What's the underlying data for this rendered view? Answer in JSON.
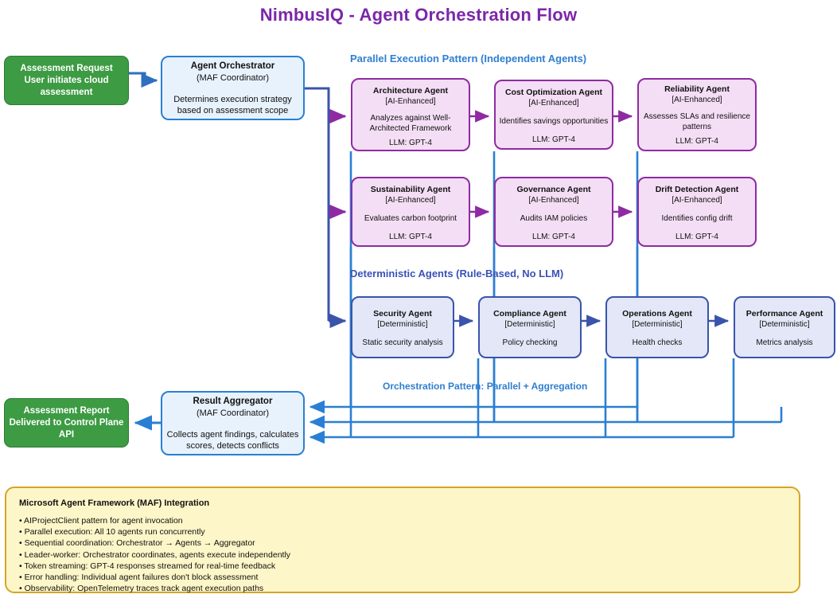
{
  "title": "NimbusIQ - Agent Orchestration Flow",
  "sections": {
    "parallel": "Parallel Execution Pattern (Independent Agents)",
    "deterministic": "Deterministic Agents (Rule-Based, No LLM)",
    "orchestration": "Orchestration Pattern: Parallel + Aggregation"
  },
  "start": {
    "line1": "Assessment Request",
    "line2": "User initiates cloud",
    "line3": "assessment"
  },
  "orchestrator": {
    "title": "Agent Orchestrator",
    "subtitle": "(MAF Coordinator)",
    "body1": "Determines execution strategy",
    "body2": "based on assessment scope"
  },
  "aggregator": {
    "title": "Result Aggregator",
    "subtitle": "(MAF Coordinator)",
    "body1": "Collects agent findings, calculates",
    "body2": "scores, detects conflicts"
  },
  "end": {
    "line1": "Assessment Report",
    "line2": "Delivered to Control Plane",
    "line3": "API"
  },
  "agents": [
    {
      "name": "Architecture Agent",
      "kind": "[AI-Enhanced]",
      "desc1": "Analyzes against Well-",
      "desc2": "Architected Framework",
      "llm": "LLM: GPT-4"
    },
    {
      "name": "Cost Optimization Agent",
      "kind": "[AI-Enhanced]",
      "desc1": "Identifies savings opportunities",
      "desc2": "",
      "llm": "LLM: GPT-4"
    },
    {
      "name": "Reliability Agent",
      "kind": "[AI-Enhanced]",
      "desc1": "Assesses SLAs and resilience",
      "desc2": "patterns",
      "llm": "LLM: GPT-4"
    },
    {
      "name": "Sustainability Agent",
      "kind": "[AI-Enhanced]",
      "desc1": "Evaluates carbon footprint",
      "desc2": "",
      "llm": "LLM: GPT-4"
    },
    {
      "name": "Governance Agent",
      "kind": "[AI-Enhanced]",
      "desc1": "Audits IAM policies",
      "desc2": "",
      "llm": "LLM: GPT-4"
    },
    {
      "name": "Drift Detection Agent",
      "kind": "[AI-Enhanced]",
      "desc1": "Identifies config drift",
      "desc2": "",
      "llm": "LLM: GPT-4"
    },
    {
      "name": "Security Agent",
      "kind": "[Deterministic]",
      "desc1": "Static security analysis",
      "desc2": "",
      "llm": ""
    },
    {
      "name": "Compliance Agent",
      "kind": "[Deterministic]",
      "desc1": "Policy checking",
      "desc2": "",
      "llm": ""
    },
    {
      "name": "Operations Agent",
      "kind": "[Deterministic]",
      "desc1": "Health checks",
      "desc2": "",
      "llm": ""
    },
    {
      "name": "Performance Agent",
      "kind": "[Deterministic]",
      "desc1": "Metrics analysis",
      "desc2": "",
      "llm": ""
    }
  ],
  "note": {
    "title": "Microsoft Agent Framework (MAF) Integration",
    "lines": [
      "• AIProjectClient pattern for agent invocation",
      "• Parallel execution: All 10 agents run concurrently",
      "• Sequential coordination: Orchestrator → Agents → Aggregator",
      "• Leader-worker: Orchestrator coordinates, agents execute independently",
      "• Token streaming: GPT-4 responses streamed for real-time feedback",
      "• Error handling: Individual agent failures don't block assessment",
      "• Observability: OpenTelemetry traces track agent execution paths"
    ]
  },
  "colors": {
    "title_purple": "#7b27a8",
    "ai_agent_fill": "#f4def5",
    "ai_agent_border": "#8e2ba3",
    "det_agent_fill": "#e3e7f7",
    "det_agent_border": "#3a54ab",
    "coordinator_fill": "#e8f2fc",
    "coordinator_border": "#2a7fd4",
    "terminal_green": "#3d9b43",
    "note_fill": "#fdf6c8",
    "note_border": "#d6a528",
    "section_blue": "#2f7fd0",
    "section_navy": "#3a52b8"
  }
}
